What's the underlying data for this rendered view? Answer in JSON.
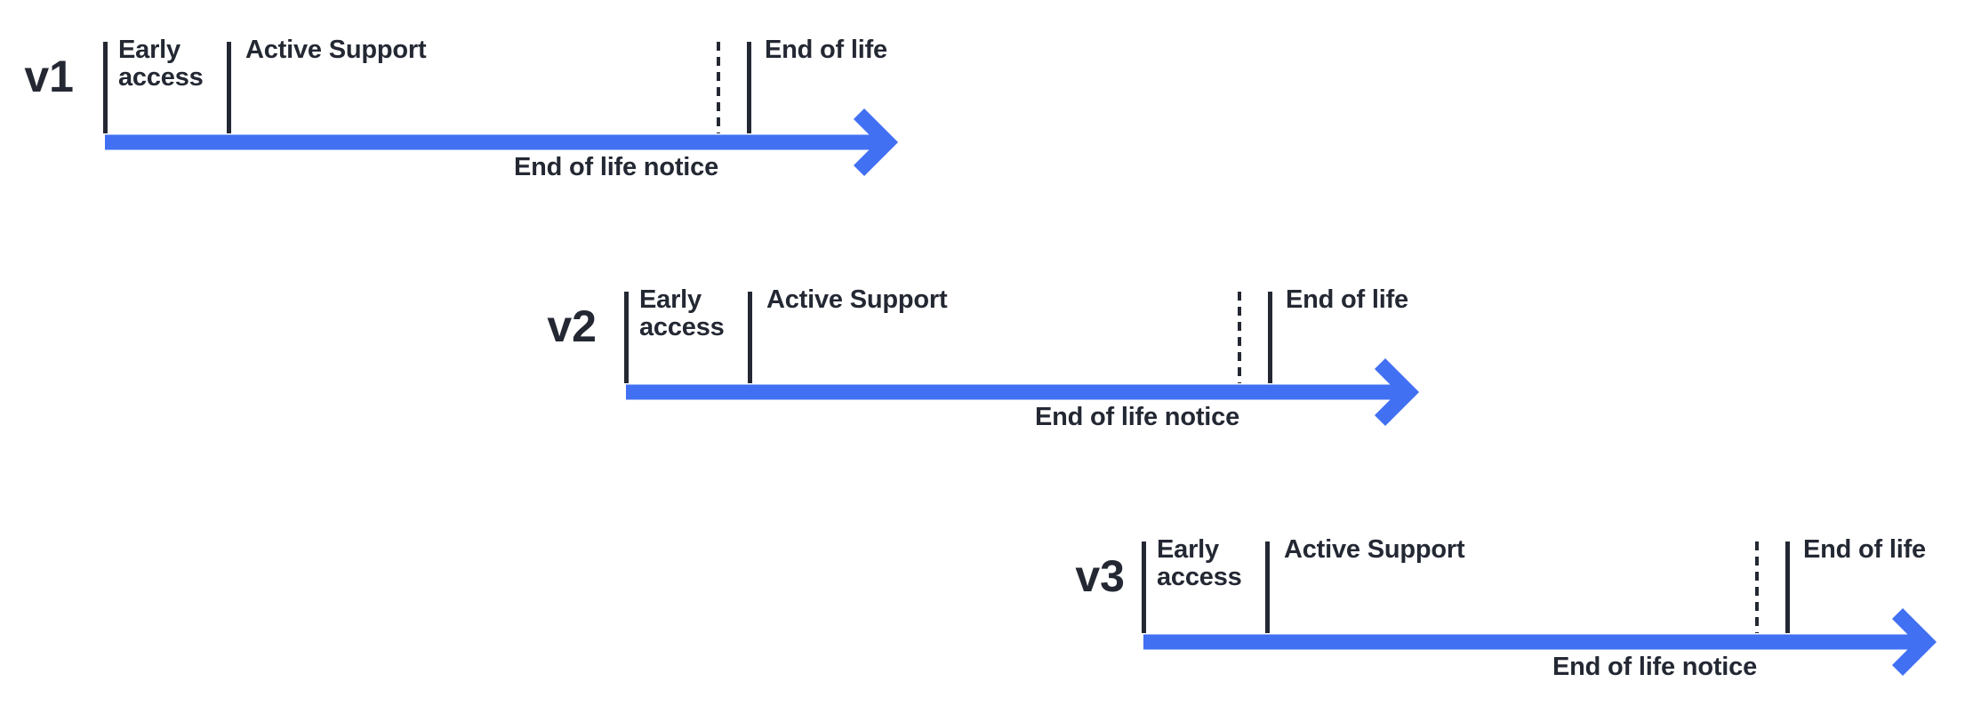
{
  "colors": {
    "arrow_blue": "#4170f2",
    "ink": "#232833",
    "background": "#ffffff"
  },
  "timelines": [
    {
      "version": "v1",
      "phases": {
        "early_access": "Early access",
        "active_support": "Active Support",
        "end_of_life": "End of life"
      },
      "notice": "End of life notice"
    },
    {
      "version": "v2",
      "phases": {
        "early_access": "Early access",
        "active_support": "Active Support",
        "end_of_life": "End of life"
      },
      "notice": "End of life notice"
    },
    {
      "version": "v3",
      "phases": {
        "early_access": "Early access",
        "active_support": "Active Support",
        "end_of_life": "End of life"
      },
      "notice": "End of life notice"
    }
  ]
}
